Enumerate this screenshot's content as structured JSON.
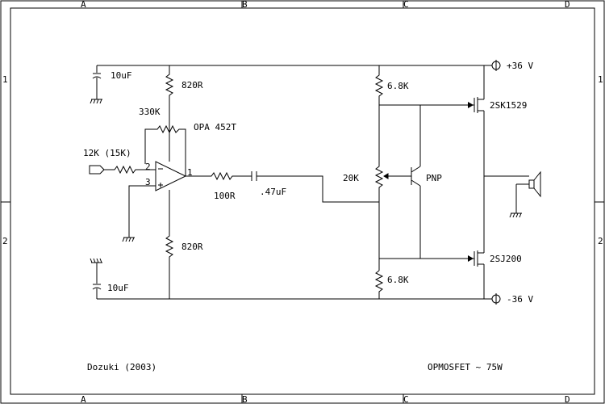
{
  "frame": {
    "cols": [
      "A",
      "B",
      "C",
      "D"
    ],
    "rows": [
      "1",
      "2"
    ]
  },
  "labels": {
    "cap_top": "10uF",
    "cap_bottom": "10uF",
    "res_top_opamp": "820R",
    "res_bottom_opamp": "820R",
    "res_feedback": "330K",
    "opamp_name": "OPA 452T",
    "res_input": "12K (15K)",
    "pin_inv": "2",
    "pin_noninv": "3",
    "pin_out": "1",
    "res_series": "100R",
    "cap_coupling": ".47uF",
    "res_bias_top": "6.8K",
    "pot_bias": "20K",
    "transistor": "PNP",
    "res_bias_bottom": "6.8K",
    "mosfet_top": "2SK1529",
    "mosfet_bottom": "2SJ200",
    "supply_pos": "+36 V",
    "supply_neg": "-36 V",
    "author": "Dozuki (2003)",
    "title": "OPMOSFET ~ 75W"
  }
}
